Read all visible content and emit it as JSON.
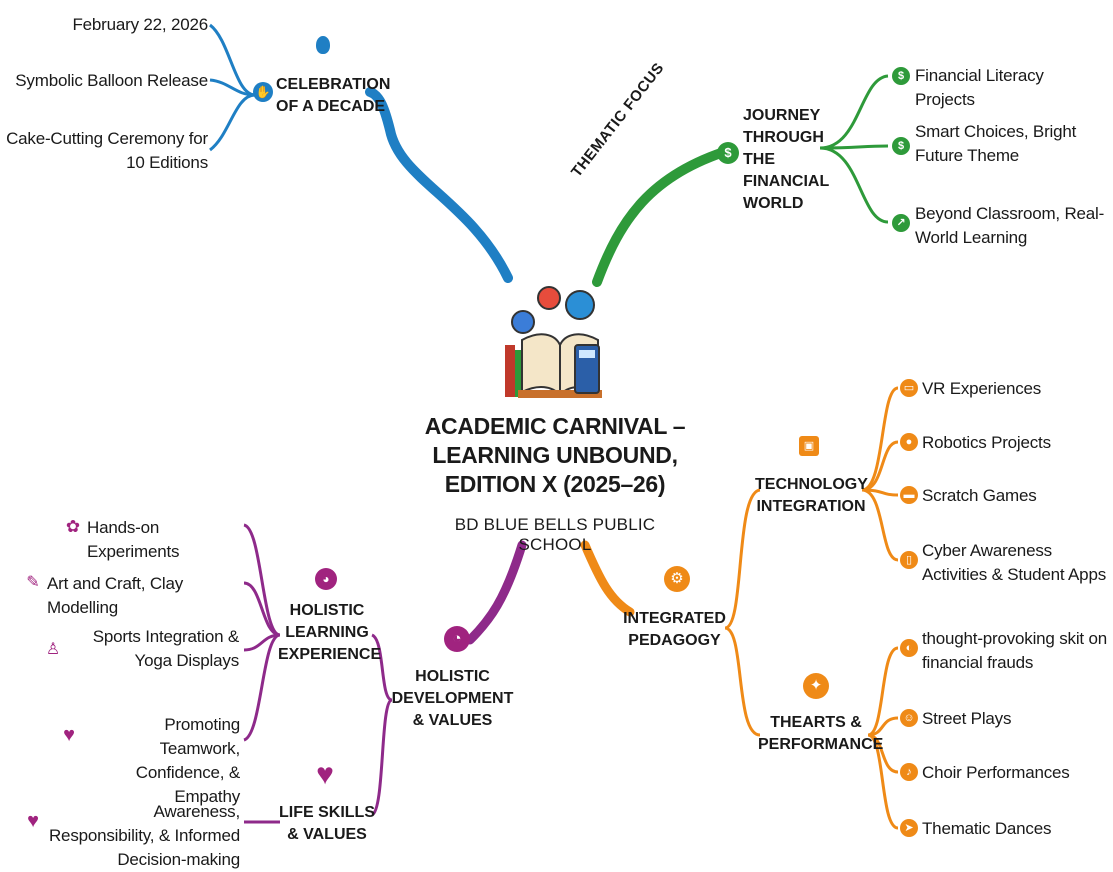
{
  "center": {
    "title": "ACADEMIC CARNIVAL – LEARNING UNBOUND, EDITION X (2025–26)",
    "subtitle": "BD BLUE BELLS PUBLIC SCHOOL"
  },
  "thematic_focus_label": "THEMATIC FOCUS",
  "branches": {
    "celebration": {
      "title": "CELEBRATION OF A DECADE",
      "color": "#1f7fc4",
      "items": [
        "February 22, 2026",
        "Symbolic Balloon Release",
        "Cake-Cutting Ceremony for 10 Editions"
      ]
    },
    "financial": {
      "title": "JOURNEY THROUGH THE FINANCIAL WORLD",
      "color": "#2e9a3a",
      "items": [
        "Financial Literacy Projects",
        "Smart Choices, Bright Future Theme",
        "Beyond Classroom, Real-World Learning"
      ]
    },
    "pedagogy": {
      "title": "INTEGRATED PEDAGOGY",
      "color": "#ef8a17",
      "technology": {
        "title": "TECHNOLOGY INTEGRATION",
        "items": [
          "VR Experiences",
          "Robotics Projects",
          "Scratch Games",
          "Cyber Awareness Activities & Student Apps"
        ]
      },
      "arts": {
        "title": "THEARTS & PERFORMANCE",
        "items": [
          "thought-provoking skit on financial frauds",
          "Street Plays",
          "Choir Performances",
          "Thematic Dances"
        ]
      }
    },
    "holistic": {
      "title": "HOLISTIC DEVELOPMENT & VALUES",
      "color": "#a0237f",
      "learning": {
        "title": "HOLISTIC LEARNING EXPERIENCE",
        "items": [
          "Hands-on Experiments",
          "Art and Craft, Clay Modelling",
          "Sports Integration & Yoga Displays",
          "Promoting Teamwork, Confidence, & Empathy"
        ]
      },
      "life": {
        "title": "LIFE SKILLS & VALUES",
        "items": [
          "Awareness, Responsibility, & Informed Decision-making"
        ]
      }
    }
  }
}
